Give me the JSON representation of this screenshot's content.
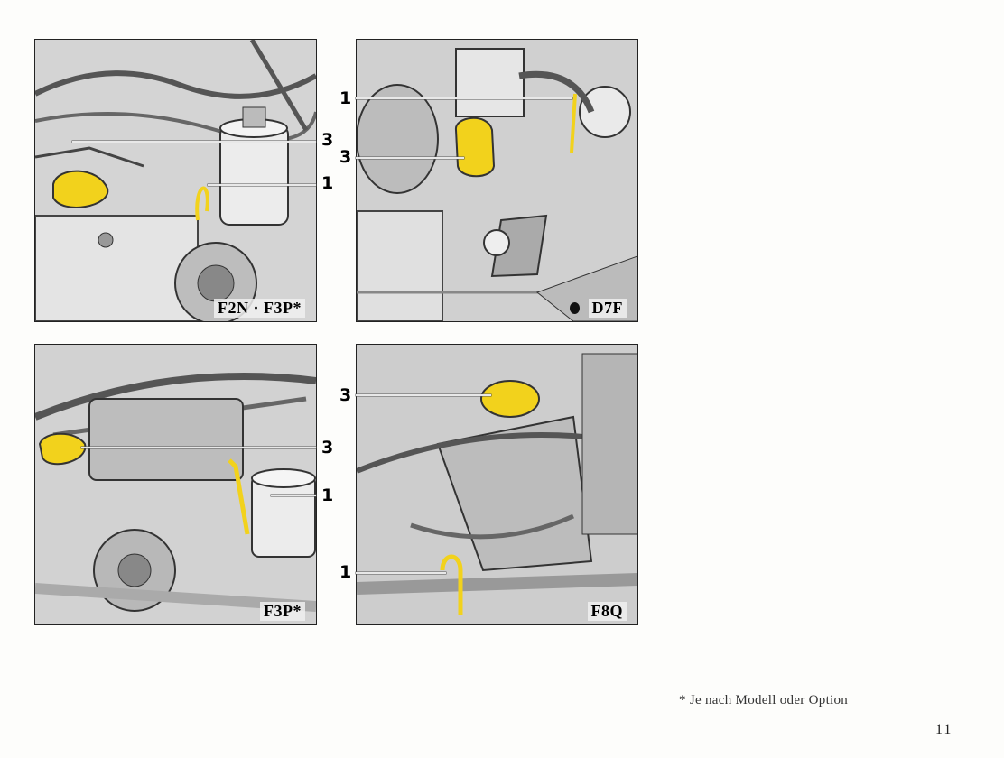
{
  "panels": [
    {
      "id": "f2n-f3p",
      "engine_label": "F2N · F3P*",
      "callouts": [
        "3",
        "1"
      ]
    },
    {
      "id": "d7f",
      "engine_label": "D7F",
      "callouts": [
        "1",
        "3"
      ]
    },
    {
      "id": "f3p",
      "engine_label": "F3P*",
      "callouts": [
        "3",
        "1"
      ]
    },
    {
      "id": "f8q",
      "engine_label": "F8Q",
      "callouts": [
        "3",
        "1"
      ]
    }
  ],
  "colors": {
    "highlight_yellow": "#f2d21c",
    "line_art": "#333333"
  },
  "footnote": "* Je nach Modell oder Option",
  "page_number": "11"
}
